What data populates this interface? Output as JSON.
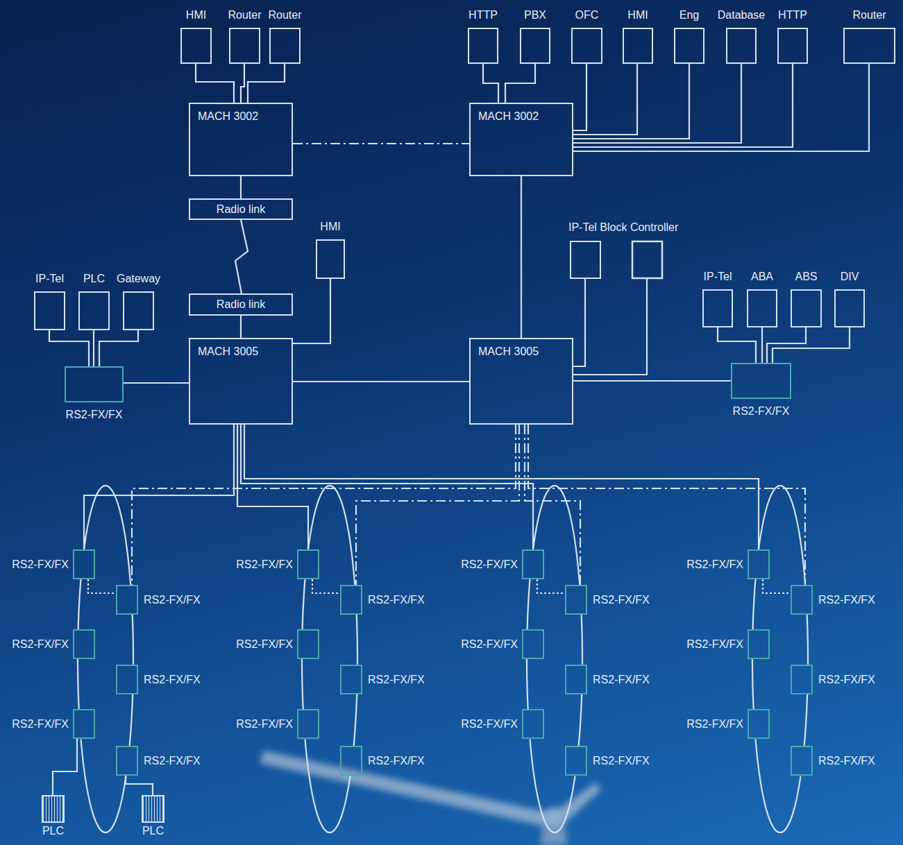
{
  "diagram": {
    "nodes": [
      {
        "text": [
          "HMI"
        ]
      },
      {
        "text": [
          "Router"
        ]
      },
      {
        "text": [
          "Router"
        ]
      },
      {
        "text": [
          "HTTP"
        ]
      },
      {
        "text": [
          "PBX"
        ]
      },
      {
        "text": [
          "OFC"
        ]
      },
      {
        "text": [
          "HMI"
        ]
      },
      {
        "text": [
          "Eng"
        ]
      },
      {
        "text": [
          "Database"
        ]
      },
      {
        "text": [
          "HTTP"
        ]
      },
      {
        "text": [
          "Router"
        ]
      },
      {
        "text": [
          "MACH 3002"
        ]
      },
      {
        "text": [
          "MACH 3002"
        ]
      },
      {
        "text": [
          "Radio link"
        ]
      },
      {
        "text": [
          "HMI"
        ]
      },
      {
        "text": [
          "IP-Tel Block Controller"
        ]
      },
      {
        "text": [
          "IP-Tel"
        ]
      },
      {
        "text": [
          "PLC"
        ]
      },
      {
        "text": [
          "Gateway"
        ]
      },
      {
        "text": [
          "IP-Tel"
        ]
      },
      {
        "text": [
          "ABA"
        ]
      },
      {
        "text": [
          "ABS"
        ]
      },
      {
        "text": [
          "DIV"
        ]
      },
      {
        "text": [
          "Radio link"
        ]
      },
      {
        "text": [
          "MACH 3005"
        ]
      },
      {
        "text": [
          "MACH 3005"
        ]
      },
      {
        "text": [
          "RS2-FX/FX"
        ]
      },
      {
        "text": [
          "RS2-FX/FX"
        ]
      },
      {
        "text": [
          "RS2-FX/FX"
        ]
      },
      {
        "text": [
          "RS2-FX/FX"
        ]
      },
      {
        "text": [
          "RS2-FX/FX"
        ]
      },
      {
        "text": [
          "RS2-FX/FX"
        ]
      },
      {
        "text": [
          "RS2-FX/FX"
        ]
      },
      {
        "text": [
          "RS2-FX/FX"
        ]
      },
      {
        "text": [
          "RS2-FX/FX"
        ]
      },
      {
        "text": [
          "RS2-FX/FX"
        ]
      },
      {
        "text": [
          "RS2-FX/FX"
        ]
      },
      {
        "text": [
          "RS2-FX/FX"
        ]
      },
      {
        "text": [
          "RS2-FX/FX"
        ]
      },
      {
        "text": [
          "RS2-FX/FX"
        ]
      },
      {
        "text": [
          "RS2-FX/FX"
        ]
      },
      {
        "text": [
          "RS2-FX/FX"
        ]
      },
      {
        "text": [
          "RS2-FX/FX"
        ]
      },
      {
        "text": [
          "RS2-FX/FX"
        ]
      },
      {
        "text": [
          "RS2-FX/FX"
        ]
      },
      {
        "text": [
          "RS2-FX/FX"
        ]
      },
      {
        "text": [
          "RS2-FX/FX"
        ]
      },
      {
        "text": [
          "RS2-FX/FX"
        ]
      },
      {
        "text": [
          "RS2-FX/FX"
        ]
      },
      {
        "text": [
          "RS2-FX/FX"
        ]
      },
      {
        "text": [
          "RS2-FX/FX"
        ]
      },
      {
        "text": [
          "RS2-FX/FX"
        ]
      },
      {
        "text": [
          "PLC"
        ]
      },
      {
        "text": [
          "PLC"
        ]
      }
    ],
    "edges": [
      {
        "from": 0,
        "to": 11,
        "arrow": "none"
      },
      {
        "from": 1,
        "to": 11,
        "arrow": "none"
      },
      {
        "from": 2,
        "to": 11,
        "arrow": "none"
      },
      {
        "from": 3,
        "to": 12,
        "arrow": "none"
      },
      {
        "from": 4,
        "to": 12,
        "arrow": "none"
      },
      {
        "from": 5,
        "to": 12,
        "arrow": "none"
      },
      {
        "from": 6,
        "to": 12,
        "arrow": "none"
      },
      {
        "from": 7,
        "to": 12,
        "arrow": "none"
      },
      {
        "from": 8,
        "to": 12,
        "arrow": "none"
      },
      {
        "from": 9,
        "to": 12,
        "arrow": "none"
      },
      {
        "from": 10,
        "to": 12,
        "arrow": "none"
      },
      {
        "from": 11,
        "to": 12,
        "arrow": "none"
      },
      {
        "from": 11,
        "to": 13,
        "arrow": "none"
      },
      {
        "from": 13,
        "to": 23,
        "arrow": "none"
      },
      {
        "from": 23,
        "to": 24,
        "arrow": "none"
      },
      {
        "from": 12,
        "to": 25,
        "arrow": "none"
      },
      {
        "from": 14,
        "to": 24,
        "arrow": "none"
      },
      {
        "from": 24,
        "to": 25,
        "arrow": "none"
      },
      {
        "from": 15,
        "to": 25,
        "arrow": "none"
      },
      {
        "from": 16,
        "to": 26,
        "arrow": "none"
      },
      {
        "from": 17,
        "to": 26,
        "arrow": "none"
      },
      {
        "from": 18,
        "to": 26,
        "arrow": "none"
      },
      {
        "from": 26,
        "to": 24,
        "arrow": "none"
      },
      {
        "from": 19,
        "to": 27,
        "arrow": "none"
      },
      {
        "from": 20,
        "to": 27,
        "arrow": "none"
      },
      {
        "from": 21,
        "to": 27,
        "arrow": "none"
      },
      {
        "from": 22,
        "to": 27,
        "arrow": "none"
      },
      {
        "from": 27,
        "to": 25,
        "arrow": "none"
      },
      {
        "from": 24,
        "to": 28,
        "arrow": "none"
      },
      {
        "from": 24,
        "to": 34,
        "arrow": "none"
      },
      {
        "from": 24,
        "to": 40,
        "arrow": "none"
      },
      {
        "from": 24,
        "to": 46,
        "arrow": "none"
      },
      {
        "from": 25,
        "to": 29,
        "arrow": "none"
      },
      {
        "from": 25,
        "to": 35,
        "arrow": "none"
      },
      {
        "from": 25,
        "to": 41,
        "arrow": "none"
      },
      {
        "from": 25,
        "to": 47,
        "arrow": "none"
      },
      {
        "from": 28,
        "to": 30,
        "arrow": "none"
      },
      {
        "from": 30,
        "to": 32,
        "arrow": "none"
      },
      {
        "from": 32,
        "to": 33,
        "arrow": "none"
      },
      {
        "from": 33,
        "to": 31,
        "arrow": "none"
      },
      {
        "from": 31,
        "to": 29,
        "arrow": "none"
      },
      {
        "from": 29,
        "to": 28,
        "arrow": "none"
      },
      {
        "from": 28,
        "to": 29,
        "arrow": "none"
      },
      {
        "from": 34,
        "to": 36,
        "arrow": "none"
      },
      {
        "from": 36,
        "to": 38,
        "arrow": "none"
      },
      {
        "from": 38,
        "to": 39,
        "arrow": "none"
      },
      {
        "from": 39,
        "to": 37,
        "arrow": "none"
      },
      {
        "from": 37,
        "to": 35,
        "arrow": "none"
      },
      {
        "from": 35,
        "to": 34,
        "arrow": "none"
      },
      {
        "from": 34,
        "to": 35,
        "arrow": "none"
      },
      {
        "from": 40,
        "to": 42,
        "arrow": "none"
      },
      {
        "from": 42,
        "to": 44,
        "arrow": "none"
      },
      {
        "from": 44,
        "to": 45,
        "arrow": "none"
      },
      {
        "from": 45,
        "to": 43,
        "arrow": "none"
      },
      {
        "from": 43,
        "to": 41,
        "arrow": "none"
      },
      {
        "from": 41,
        "to": 40,
        "arrow": "none"
      },
      {
        "from": 40,
        "to": 41,
        "arrow": "none"
      },
      {
        "from": 46,
        "to": 48,
        "arrow": "none"
      },
      {
        "from": 48,
        "to": 50,
        "arrow": "none"
      },
      {
        "from": 50,
        "to": 51,
        "arrow": "none"
      },
      {
        "from": 51,
        "to": 49,
        "arrow": "none"
      },
      {
        "from": 49,
        "to": 47,
        "arrow": "none"
      },
      {
        "from": 47,
        "to": 46,
        "arrow": "none"
      },
      {
        "from": 46,
        "to": 47,
        "arrow": "none"
      },
      {
        "from": 32,
        "to": 52,
        "arrow": "none"
      },
      {
        "from": 33,
        "to": 53,
        "arrow": "none"
      }
    ]
  }
}
